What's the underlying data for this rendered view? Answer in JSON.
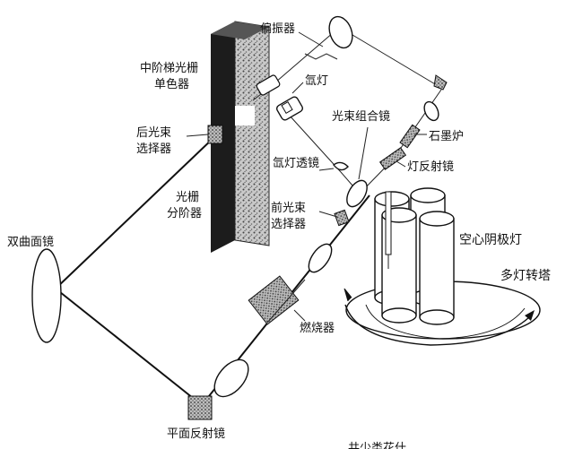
{
  "labels": {
    "polarizer": "偏振器",
    "echelle_mono_line1": "中阶梯光栅",
    "echelle_mono_line2": "单色器",
    "xenon_lamp": "氙灯",
    "rear_selector_line1": "后光束",
    "rear_selector_line2": "选择器",
    "beam_combiner": "光束组合镜",
    "graphite_furnace": "石墨炉",
    "xenon_lens": "氙灯透镜",
    "lamp_mirror": "灯反射镜",
    "grating_order_sorter_line1": "光栅",
    "grating_order_sorter_line2": "分阶器",
    "front_selector_line1": "前光束",
    "front_selector_line2": "选择器",
    "biconcave_mirror": "双曲面镜",
    "hollow_cathode_lamp": "空心阴极灯",
    "multi_lamp_turret": "多灯转塔",
    "burner": "燃烧器",
    "plane_mirror": "平面反射镜",
    "caption_partial": "共少类花什"
  },
  "icons": {
    "turret_rotation": "curved-arrow-icon"
  }
}
